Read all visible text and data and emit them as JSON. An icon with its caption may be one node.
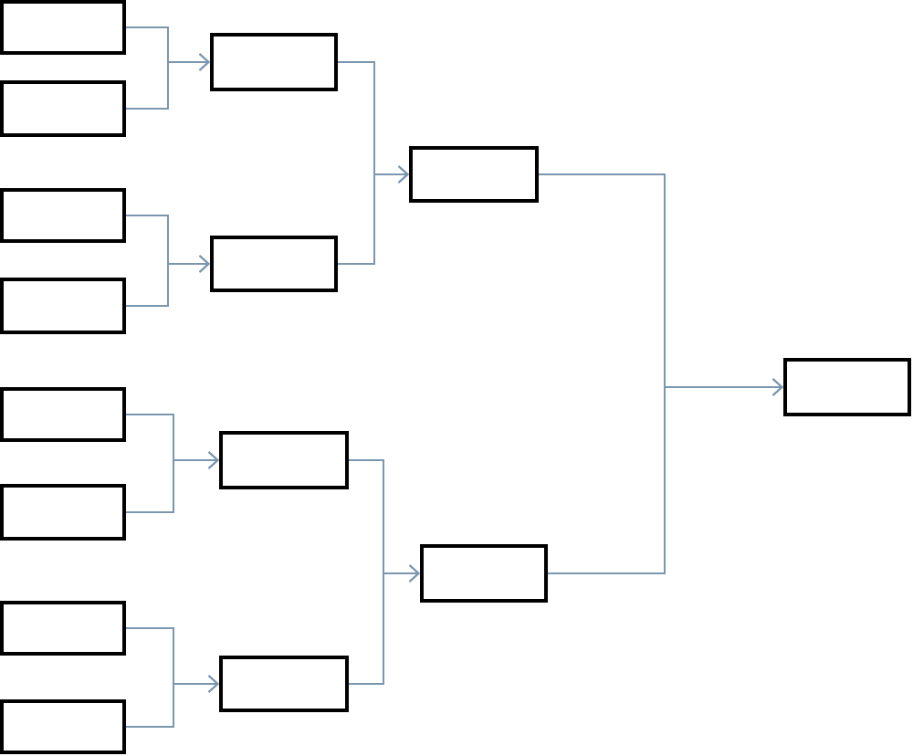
{
  "diagram": {
    "nodes": [
      {
        "text": [],
        "shape": "box"
      },
      {
        "text": [],
        "shape": "box"
      },
      {
        "text": [],
        "shape": "box"
      },
      {
        "text": [],
        "shape": "box"
      },
      {
        "text": [],
        "shape": "box"
      },
      {
        "text": [],
        "shape": "box"
      },
      {
        "text": [],
        "shape": "box"
      },
      {
        "text": [],
        "shape": "box"
      },
      {
        "text": [],
        "shape": "box"
      },
      {
        "text": [],
        "shape": "box"
      },
      {
        "text": [],
        "shape": "box"
      },
      {
        "text": [],
        "shape": "box"
      },
      {
        "text": [],
        "shape": "box"
      },
      {
        "text": [],
        "shape": "box"
      },
      {
        "text": [],
        "shape": "box"
      }
    ],
    "edges": [
      {
        "from": 0,
        "to": 8,
        "arrow": "to"
      },
      {
        "from": 1,
        "to": 8,
        "arrow": "to"
      },
      {
        "from": 2,
        "to": 9,
        "arrow": "to"
      },
      {
        "from": 3,
        "to": 9,
        "arrow": "to"
      },
      {
        "from": 4,
        "to": 10,
        "arrow": "to"
      },
      {
        "from": 5,
        "to": 10,
        "arrow": "to"
      },
      {
        "from": 6,
        "to": 11,
        "arrow": "to"
      },
      {
        "from": 7,
        "to": 11,
        "arrow": "to"
      },
      {
        "from": 8,
        "to": 12,
        "arrow": "to"
      },
      {
        "from": 9,
        "to": 12,
        "arrow": "to"
      },
      {
        "from": 10,
        "to": 13,
        "arrow": "to"
      },
      {
        "from": 11,
        "to": 13,
        "arrow": "to"
      },
      {
        "from": 12,
        "to": 14,
        "arrow": "to"
      },
      {
        "from": 13,
        "to": 14,
        "arrow": "to"
      }
    ]
  }
}
